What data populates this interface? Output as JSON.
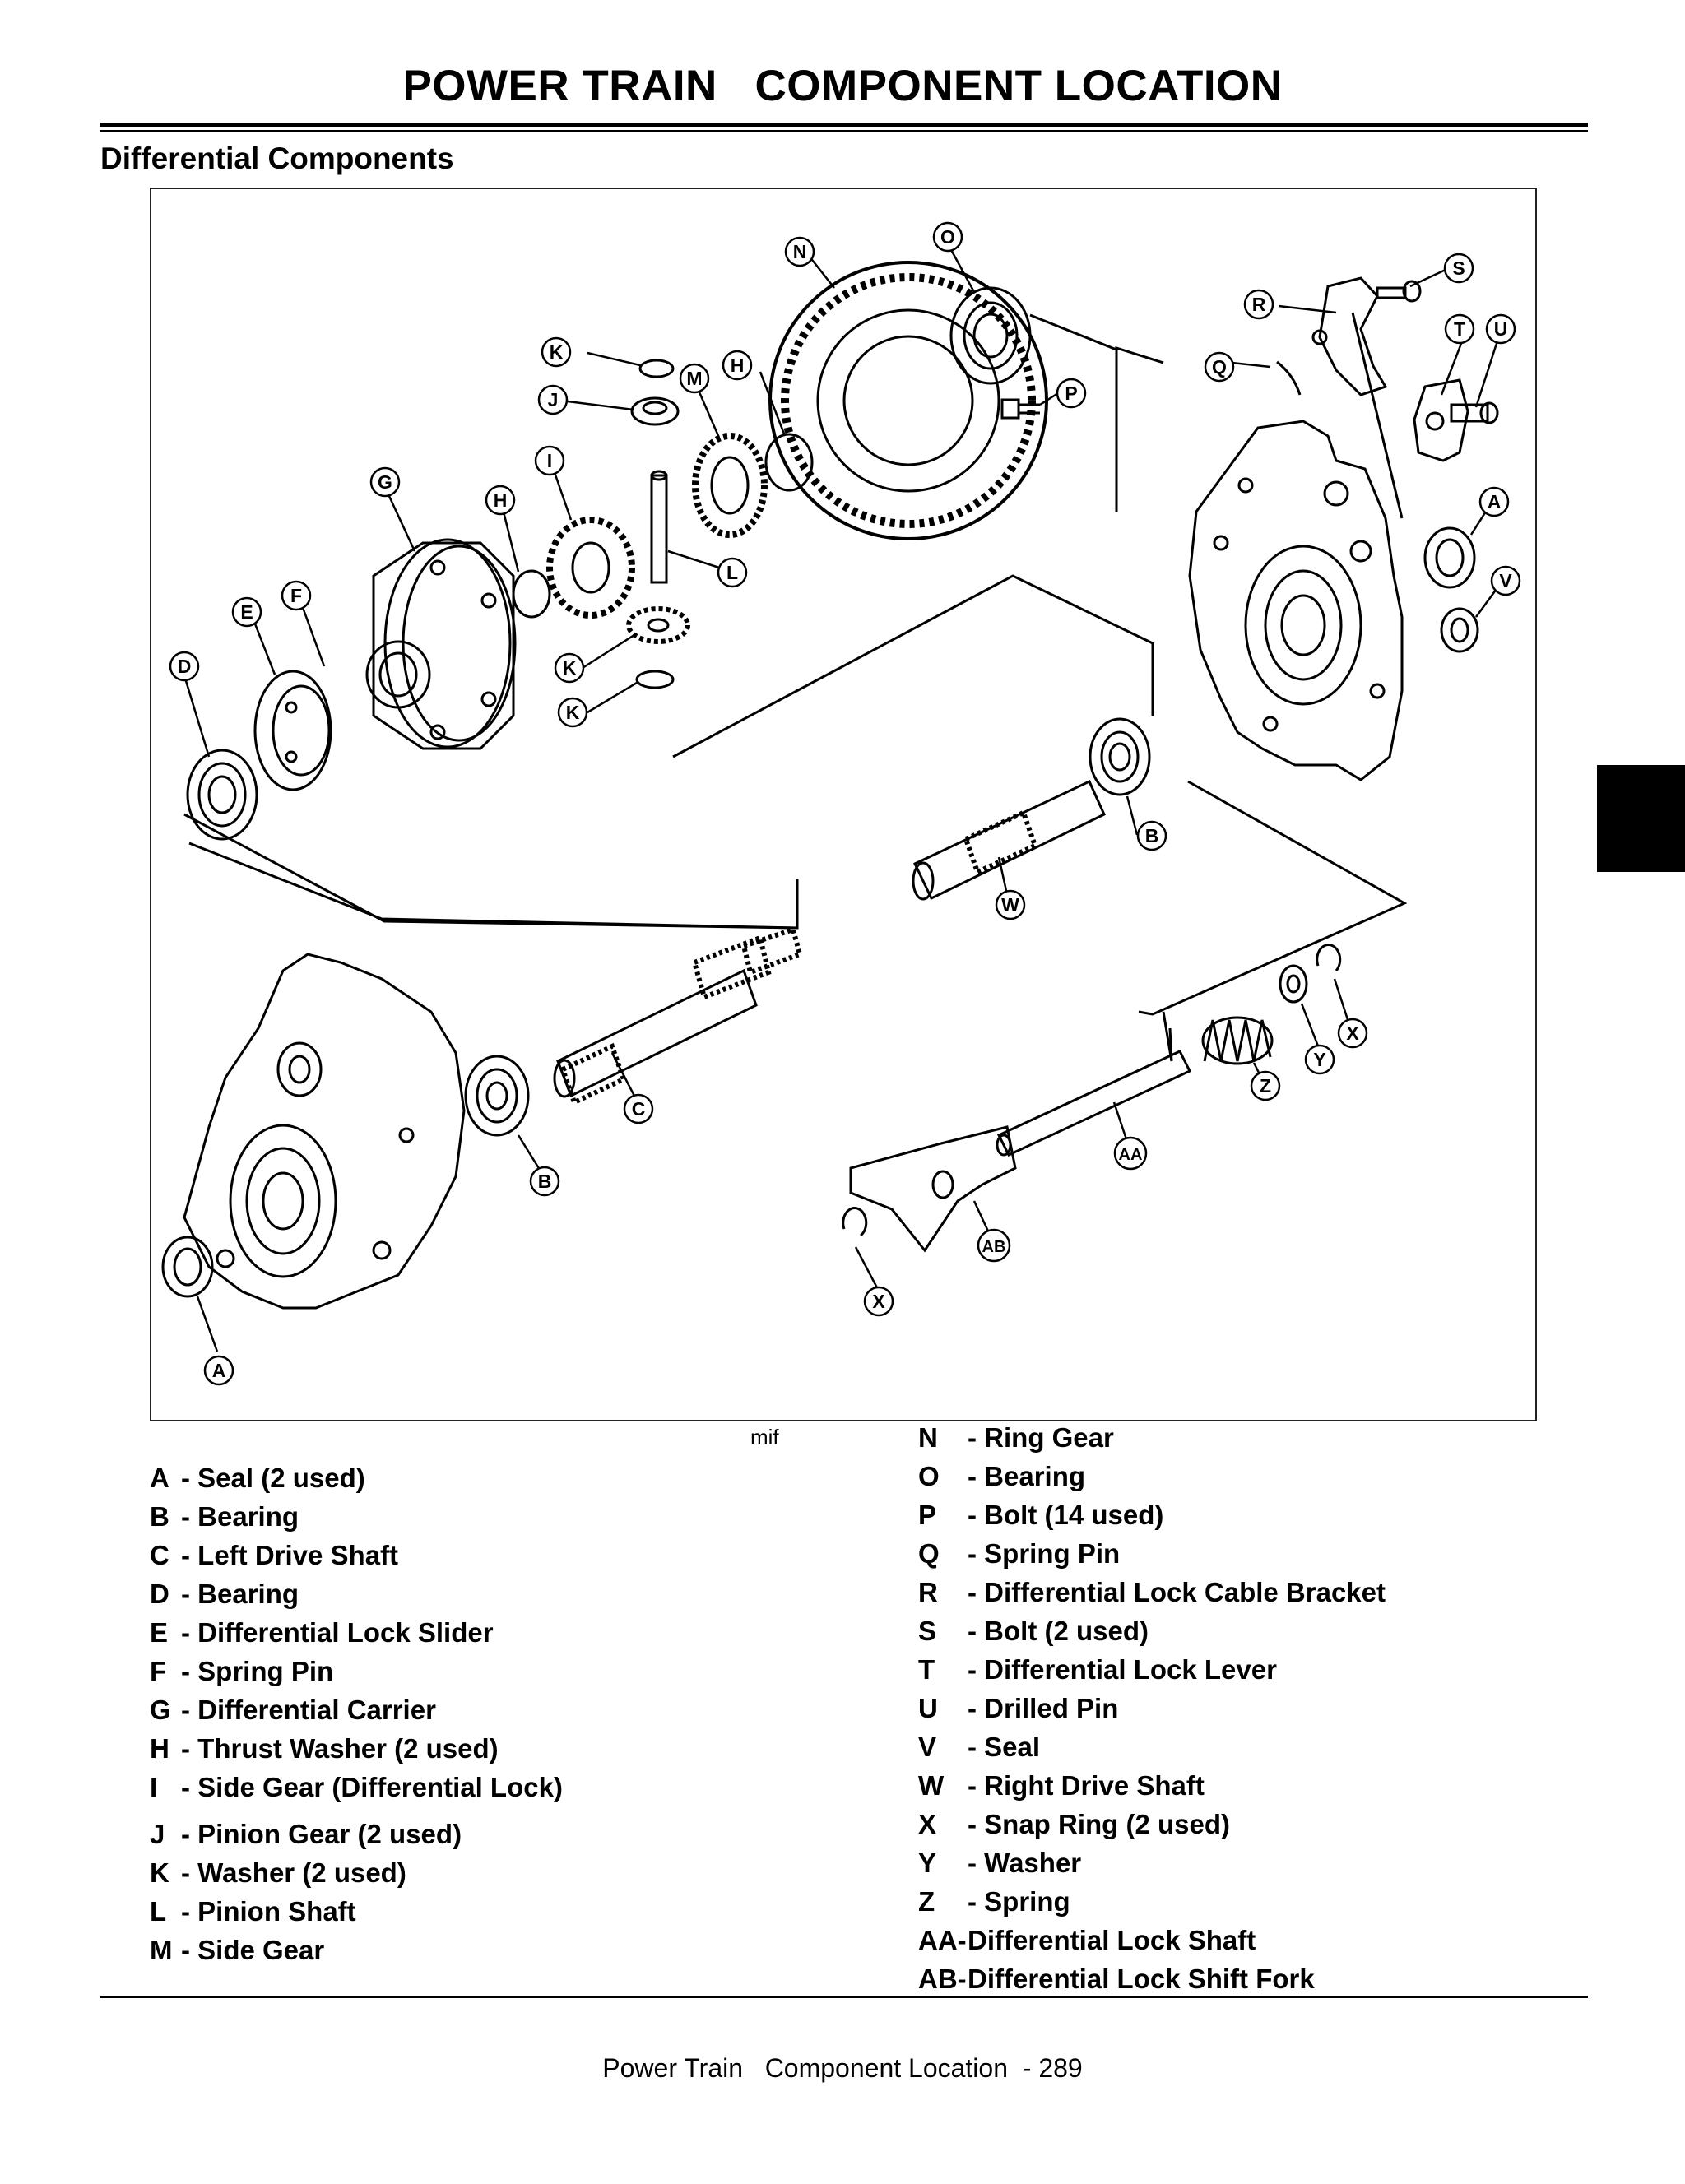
{
  "header": {
    "title": "POWER TRAIN   COMPONENT LOCATION"
  },
  "section": {
    "title": "Differential Components"
  },
  "figure": {
    "code": "mif",
    "callouts": [
      "N",
      "O",
      "S",
      "R",
      "T",
      "U",
      "K",
      "H",
      "M",
      "J",
      "Q",
      "P",
      "I",
      "G",
      "H",
      "L",
      "A",
      "V",
      "E",
      "F",
      "K",
      "D",
      "K",
      "B",
      "W",
      "X",
      "Y",
      "C",
      "Z",
      "AA",
      "B",
      "AB",
      "X",
      "A"
    ]
  },
  "legend": {
    "left": [
      {
        "key": "A",
        "label": "- Seal (2 used)"
      },
      {
        "key": "B",
        "label": "- Bearing"
      },
      {
        "key": "C",
        "label": "- Left Drive Shaft"
      },
      {
        "key": "D",
        "label": "- Bearing"
      },
      {
        "key": "E",
        "label": "- Differential Lock Slider"
      },
      {
        "key": "F",
        "label": "- Spring Pin"
      },
      {
        "key": "G",
        "label": "- Differential Carrier"
      },
      {
        "key": "H",
        "label": "- Thrust Washer (2 used)"
      },
      {
        "key": "I",
        "label": "- Side Gear (Differential Lock)"
      },
      {
        "key": "J",
        "label": "- Pinion Gear (2 used)"
      },
      {
        "key": "K",
        "label": "- Washer (2 used)"
      },
      {
        "key": "L",
        "label": "- Pinion Shaft"
      },
      {
        "key": "M",
        "label": "- Side Gear"
      }
    ],
    "right": [
      {
        "key": "N",
        "label": "- Ring Gear"
      },
      {
        "key": "O",
        "label": "- Bearing"
      },
      {
        "key": "P",
        "label": "- Bolt (14 used)"
      },
      {
        "key": "Q",
        "label": "- Spring Pin"
      },
      {
        "key": "R",
        "label": "- Differential Lock Cable Bracket"
      },
      {
        "key": "S",
        "label": "- Bolt (2 used)"
      },
      {
        "key": "T",
        "label": "- Differential Lock Lever"
      },
      {
        "key": "U",
        "label": "- Drilled Pin"
      },
      {
        "key": "V",
        "label": "- Seal"
      },
      {
        "key": "W",
        "label": "- Right Drive Shaft"
      },
      {
        "key": "X",
        "label": "- Snap Ring (2 used)"
      },
      {
        "key": "Y",
        "label": "- Washer"
      },
      {
        "key": "Z",
        "label": "- Spring"
      },
      {
        "key": "AA-",
        "label": "Differential Lock Shaft"
      },
      {
        "key": "AB-",
        "label": "Differential Lock Shift Fork"
      }
    ]
  },
  "footer": {
    "text": "Power Train   Component Location  - 289"
  }
}
